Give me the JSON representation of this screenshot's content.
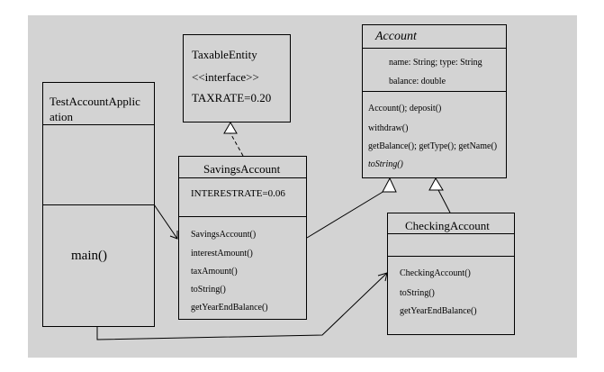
{
  "diagram": {
    "taxable_entity": {
      "name": "TaxableEntity",
      "stereotype": "<<interface>>",
      "attribute": "TAXRATE=0.20"
    },
    "account": {
      "name": "Account",
      "attributes": [
        "name: String; type: String",
        "balance: double"
      ],
      "methods": [
        "Account(); deposit()",
        "withdraw()",
        "getBalance(); getType(); getName()",
        "toString()"
      ]
    },
    "test_app": {
      "name_line1": "TestAccountApplic",
      "name_line2": "ation",
      "method": "main()"
    },
    "savings": {
      "name": "SavingsAccount",
      "attribute": "INTERESTRATE=0.06",
      "methods": [
        "SavingsAccount()",
        "interestAmount()",
        "taxAmount()",
        "toString()",
        "getYearEndBalance()"
      ]
    },
    "checking": {
      "name": "CheckingAccount",
      "methods": [
        "CheckingAccount()",
        "toString()",
        "getYearEndBalance()"
      ]
    }
  }
}
